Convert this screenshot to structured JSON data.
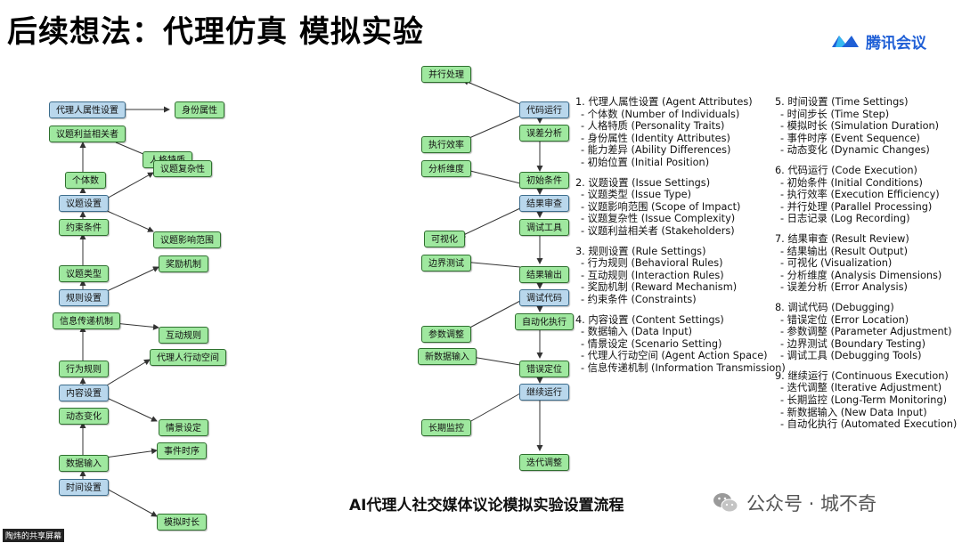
{
  "title": "后续想法：代理仿真 模拟实验",
  "brand": {
    "name": "腾讯会议",
    "color": "#1f5fd6",
    "icon": "meeting-logo-icon"
  },
  "caption": "AI代理人社交媒体议论模拟实验设置流程",
  "watermark": {
    "text": "公众号 · 城不奇",
    "icon": "wechat-icon"
  },
  "share_tag": "陶炜的共享屏幕",
  "colors": {
    "node_green": "#9fe89f",
    "node_blue": "#b9d7ec"
  },
  "left_nodes": {
    "agent_attr": "代理人属性设置",
    "identity": "身份属性",
    "stakeholders": "议题利益相关者",
    "personality": "人格特质",
    "complexity": "议题复杂性",
    "individuals": "个体数",
    "issue_setting": "议题设置",
    "constraints": "约束条件",
    "scope": "议题影响范围",
    "issue_type": "议题类型",
    "reward": "奖励机制",
    "rule_setting": "规则设置",
    "info_trans": "信息传递机制",
    "interaction": "互动规则",
    "behavior": "行为规则",
    "action_space": "代理人行动空间",
    "content_setting": "内容设置",
    "dynamic": "动态变化",
    "scenario": "情景设定",
    "event_seq": "事件时序",
    "data_input": "数据输入",
    "time_setting": "时间设置",
    "sim_duration": "模拟时长"
  },
  "right_nodes": {
    "parallel": "并行处理",
    "code_run": "代码运行",
    "error_analysis": "误差分析",
    "efficiency": "执行效率",
    "analysis_dim": "分析维度",
    "init_cond": "初始条件",
    "result_review": "结果审查",
    "debug_tools": "调试工具",
    "visual": "可视化",
    "boundary": "边界测试",
    "result_output": "结果输出",
    "debug_code": "调试代码",
    "auto_exec": "自动化执行",
    "param_adjust": "参数调整",
    "new_data": "新数据输入",
    "error_loc": "错误定位",
    "cont_run": "继续运行",
    "long_monitor": "长期监控",
    "iter_adjust": "迭代调整"
  },
  "text_col1": [
    {
      "head": "1. 代理人属性设置 (Agent Attributes)",
      "items": [
        "- 个体数 (Number of Individuals)",
        "- 人格特质 (Personality Traits)",
        "- 身份属性 (Identity Attributes)",
        "- 能力差异 (Ability Differences)",
        "- 初始位置 (Initial Position)"
      ]
    },
    {
      "head": "2. 议题设置 (Issue Settings)",
      "items": [
        "- 议题类型 (Issue Type)",
        "- 议题影响范围 (Scope of Impact)",
        "- 议题复杂性 (Issue Complexity)",
        "- 议题利益相关者 (Stakeholders)"
      ]
    },
    {
      "head": "3. 规则设置 (Rule Settings)",
      "items": [
        "- 行为规则 (Behavioral Rules)",
        "- 互动规则 (Interaction Rules)",
        "- 奖励机制 (Reward Mechanism)",
        "- 约束条件 (Constraints)"
      ]
    },
    {
      "head": "4. 内容设置 (Content Settings)",
      "items": [
        "- 数据输入 (Data Input)",
        "- 情景设定 (Scenario Setting)",
        "- 代理人行动空间 (Agent Action Space)",
        "- 信息传递机制 (Information Transmission)"
      ]
    }
  ],
  "text_col2": [
    {
      "head": "5. 时间设置 (Time Settings)",
      "items": [
        "- 时间步长 (Time Step)",
        "- 模拟时长 (Simulation Duration)",
        "- 事件时序 (Event Sequence)",
        "- 动态变化 (Dynamic Changes)"
      ]
    },
    {
      "head": "6. 代码运行 (Code Execution)",
      "items": [
        "- 初始条件 (Initial Conditions)",
        "- 执行效率 (Execution Efficiency)",
        "- 并行处理 (Parallel Processing)",
        "- 日志记录 (Log Recording)"
      ]
    },
    {
      "head": "7. 结果审查 (Result Review)",
      "items": [
        "- 结果输出 (Result Output)",
        "- 可视化 (Visualization)",
        "- 分析维度 (Analysis Dimensions)",
        "- 误差分析 (Error Analysis)"
      ]
    },
    {
      "head": "8. 调试代码 (Debugging)",
      "items": [
        "- 错误定位 (Error Location)",
        "- 参数调整 (Parameter Adjustment)",
        "- 边界测试 (Boundary Testing)",
        "- 调试工具 (Debugging Tools)"
      ]
    },
    {
      "head": "9. 继续运行 (Continuous Execution)",
      "items": [
        "- 迭代调整 (Iterative Adjustment)",
        "- 长期监控 (Long-Term Monitoring)",
        "- 新数据输入 (New Data Input)",
        "- 自动化执行 (Automated Execution)"
      ]
    }
  ]
}
